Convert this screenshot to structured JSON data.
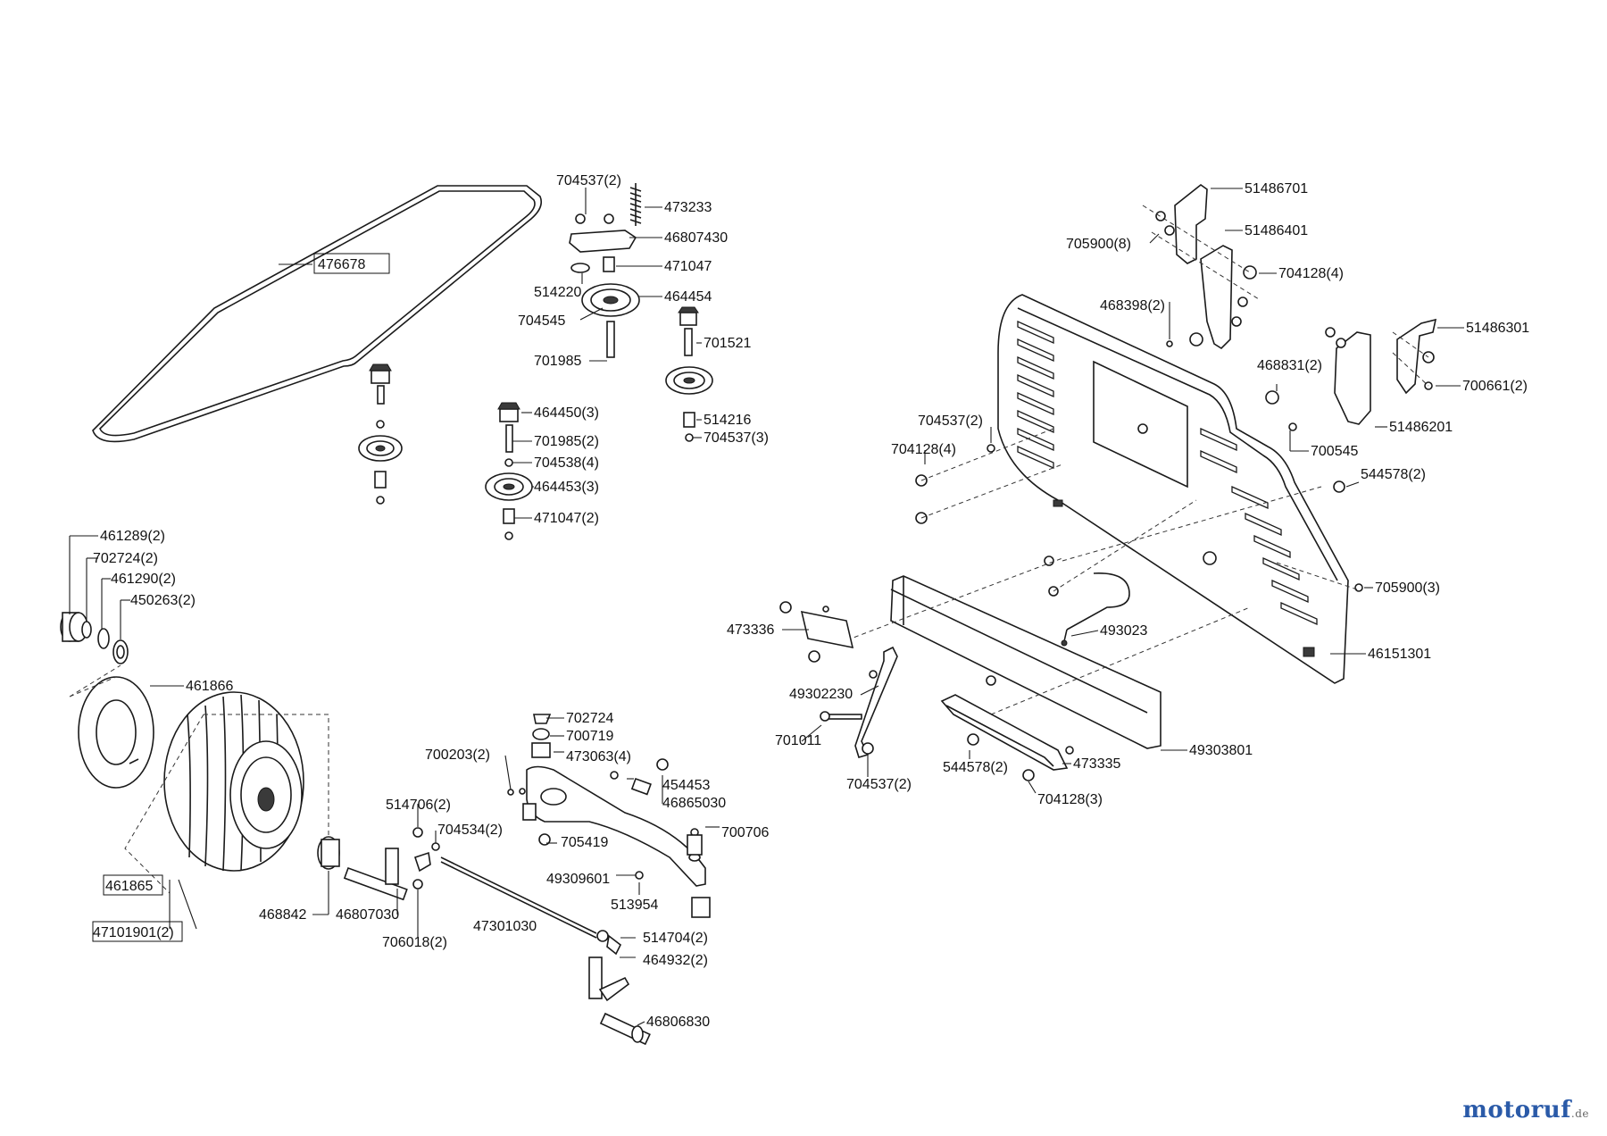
{
  "labels": [
    {
      "id": "476678",
      "text": "476678",
      "boxed": true
    },
    {
      "id": "704537a",
      "text": "704537(2)"
    },
    {
      "id": "473233",
      "text": "473233"
    },
    {
      "id": "46807430",
      "text": "46807430"
    },
    {
      "id": "471047",
      "text": "471047"
    },
    {
      "id": "514220",
      "text": "514220"
    },
    {
      "id": "464454",
      "text": "464454"
    },
    {
      "id": "704545",
      "text": "704545"
    },
    {
      "id": "701521",
      "text": "701521"
    },
    {
      "id": "701985",
      "text": "701985"
    },
    {
      "id": "464450",
      "text": "464450(3)"
    },
    {
      "id": "514216",
      "text": "514216"
    },
    {
      "id": "701985b",
      "text": "701985(2)"
    },
    {
      "id": "704537b",
      "text": "704537(3)"
    },
    {
      "id": "704538",
      "text": "704538(4)"
    },
    {
      "id": "464453",
      "text": "464453(3)"
    },
    {
      "id": "471047b",
      "text": "471047(2)"
    },
    {
      "id": "51486701",
      "text": "51486701"
    },
    {
      "id": "705900a",
      "text": "705900(8)"
    },
    {
      "id": "51486401",
      "text": "51486401"
    },
    {
      "id": "704128a",
      "text": "704128(4)"
    },
    {
      "id": "468398",
      "text": "468398(2)"
    },
    {
      "id": "51486301",
      "text": "51486301"
    },
    {
      "id": "468831",
      "text": "468831(2)"
    },
    {
      "id": "700661",
      "text": "700661(2)"
    },
    {
      "id": "704537c",
      "text": "704537(2)"
    },
    {
      "id": "51486201",
      "text": "51486201"
    },
    {
      "id": "704128b",
      "text": "704128(4)"
    },
    {
      "id": "700545",
      "text": "700545"
    },
    {
      "id": "544578a",
      "text": "544578(2)"
    },
    {
      "id": "705900b",
      "text": "705900(3)"
    },
    {
      "id": "473336",
      "text": "473336"
    },
    {
      "id": "493023",
      "text": "493023"
    },
    {
      "id": "46151301",
      "text": "46151301"
    },
    {
      "id": "49302230",
      "text": "49302230"
    },
    {
      "id": "701011",
      "text": "701011"
    },
    {
      "id": "544578b",
      "text": "544578(2)"
    },
    {
      "id": "473335",
      "text": "473335"
    },
    {
      "id": "49303801",
      "text": "49303801"
    },
    {
      "id": "704537d",
      "text": "704537(2)"
    },
    {
      "id": "704128c",
      "text": "704128(3)"
    },
    {
      "id": "461289",
      "text": "461289(2)"
    },
    {
      "id": "702724a",
      "text": "702724(2)"
    },
    {
      "id": "461290",
      "text": "461290(2)"
    },
    {
      "id": "450263",
      "text": "450263(2)"
    },
    {
      "id": "461866",
      "text": "461866"
    },
    {
      "id": "461865",
      "text": "461865",
      "boxed": true
    },
    {
      "id": "47101901",
      "text": "47101901(2)",
      "boxed": true
    },
    {
      "id": "468842",
      "text": "468842"
    },
    {
      "id": "46807030",
      "text": "46807030"
    },
    {
      "id": "706018",
      "text": "706018(2)"
    },
    {
      "id": "514706",
      "text": "514706(2)"
    },
    {
      "id": "704534",
      "text": "704534(2)"
    },
    {
      "id": "702724b",
      "text": "702724"
    },
    {
      "id": "700719",
      "text": "700719"
    },
    {
      "id": "700203",
      "text": "700203(2)"
    },
    {
      "id": "473063",
      "text": "473063(4)"
    },
    {
      "id": "454453",
      "text": "454453"
    },
    {
      "id": "46865030",
      "text": "46865030"
    },
    {
      "id": "700706",
      "text": "700706"
    },
    {
      "id": "705419",
      "text": "705419"
    },
    {
      "id": "49309601",
      "text": "49309601"
    },
    {
      "id": "513954",
      "text": "513954"
    },
    {
      "id": "47301030",
      "text": "47301030"
    },
    {
      "id": "514704",
      "text": "514704(2)"
    },
    {
      "id": "464932",
      "text": "464932(2)"
    },
    {
      "id": "46806830",
      "text": "46806830"
    }
  ],
  "watermark": {
    "text": "motoruf",
    "suffix": ".de"
  }
}
